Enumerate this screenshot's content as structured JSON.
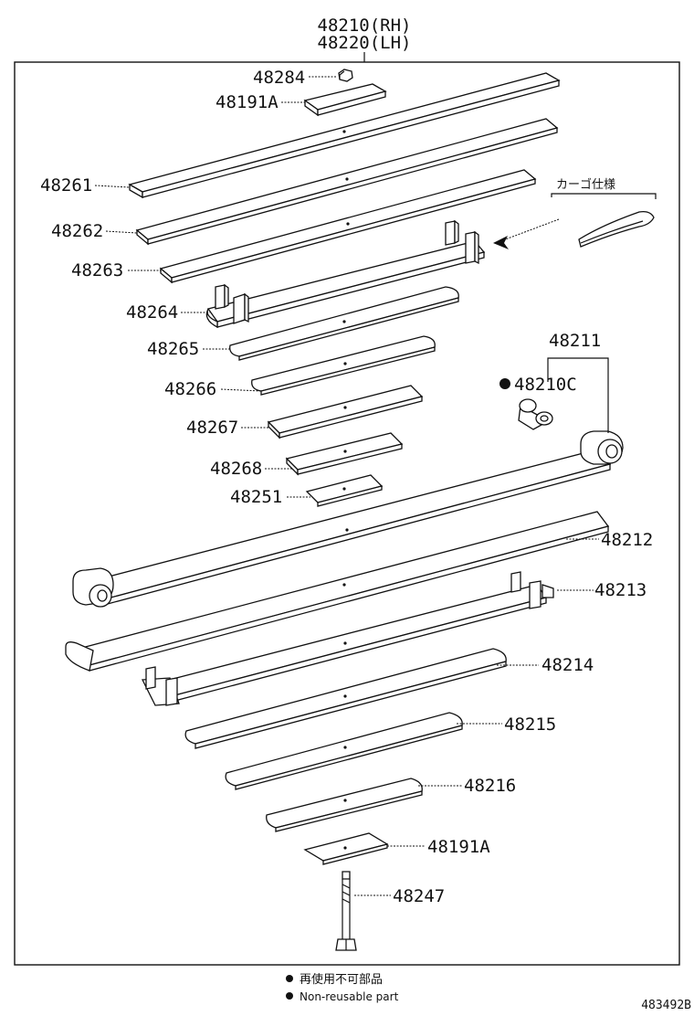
{
  "header": {
    "rh": "48210(RH)",
    "lh": "48220(LH)"
  },
  "labels": {
    "p48284": "48284",
    "p48191a_top": "48191A",
    "p48261": "48261",
    "p48262": "48262",
    "p48263": "48263",
    "p48264": "48264",
    "p48265": "48265",
    "p48266": "48266",
    "p48267": "48267",
    "p48268": "48268",
    "p48251": "48251",
    "p48211": "48211",
    "p48210c": "48210C",
    "p48212": "48212",
    "p48213": "48213",
    "p48214": "48214",
    "p48215": "48215",
    "p48216": "48216",
    "p48191a_bottom": "48191A",
    "p48247": "48247"
  },
  "cargo_spec": "カーゴ仕様",
  "legend": {
    "jp": "再使用不可部品",
    "en": "Non-reusable part"
  },
  "figure_code": "483492B"
}
